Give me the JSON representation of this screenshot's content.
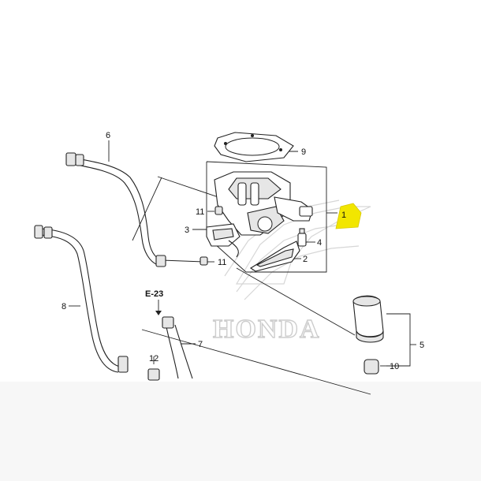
{
  "diagram": {
    "watermark": "HONDA",
    "callouts": [
      {
        "id": "1",
        "text": "1",
        "highlighted": true
      },
      {
        "id": "2",
        "text": "2"
      },
      {
        "id": "3",
        "text": "3"
      },
      {
        "id": "4",
        "text": "4"
      },
      {
        "id": "5",
        "text": "5"
      },
      {
        "id": "6",
        "text": "6"
      },
      {
        "id": "7",
        "text": "7"
      },
      {
        "id": "8",
        "text": "8"
      },
      {
        "id": "9",
        "text": "9"
      },
      {
        "id": "10",
        "text": "10"
      },
      {
        "id": "11a",
        "text": "11"
      },
      {
        "id": "11b",
        "text": "11"
      },
      {
        "id": "12",
        "text": "12"
      }
    ],
    "reference": "E-23",
    "highlight_color": "#f2e600"
  }
}
